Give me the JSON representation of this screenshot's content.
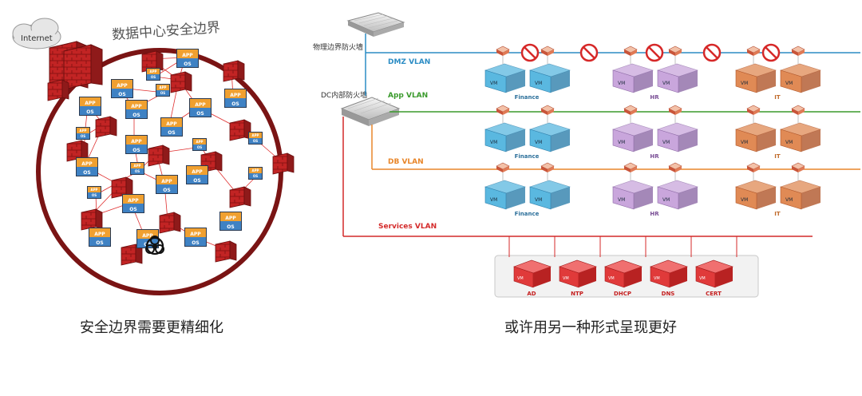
{
  "left": {
    "internet": "Internet",
    "boundary_title": "数据中心安全边界",
    "app": "APP",
    "os": "OS",
    "app_small": "APP",
    "os_small": "OS",
    "caption": "安全边界需要更精细化"
  },
  "right": {
    "physical_fw": "物理边界防火墙",
    "dc_fw": "DC内部防火墙",
    "vlans": {
      "dmz": "DMZ VLAN",
      "app": "App VLAN",
      "db": "DB VLAN",
      "services": "Services VLAN"
    },
    "groups": {
      "finance": "Finance",
      "hr": "HR",
      "it": "IT"
    },
    "vm": "VM",
    "services": [
      "AD",
      "NTP",
      "DHCP",
      "DNS",
      "CERT"
    ],
    "caption": "或许用另一种形式呈现更好"
  },
  "colors": {
    "dmz": "#2b8cc4",
    "app": "#3a9a2c",
    "db": "#e8862a",
    "services": "#d42a2a",
    "finance_vm": "#5ab8e0",
    "hr_vm": "#c9a6dc",
    "it_vm": "#e08a55",
    "service_box": "#e03a3a",
    "boundary": "#7a1414"
  },
  "icons": {
    "cloud": "cloud-icon",
    "firewall": "brick-firewall-icon",
    "biohazard": "biohazard-icon",
    "prohibit": "prohibited-icon",
    "switch": "switch-icon"
  }
}
